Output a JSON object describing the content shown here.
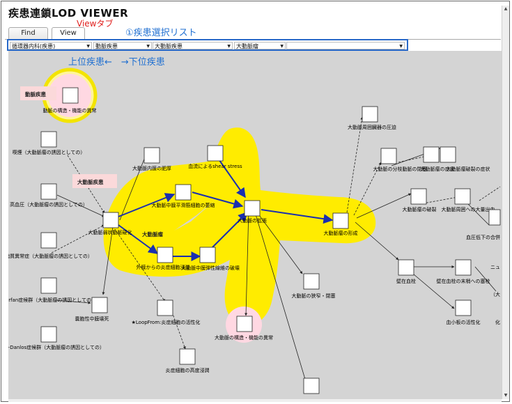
{
  "app": {
    "title": "疾患連鎖LOD VIEWER"
  },
  "annotations": {
    "view_tab_note": "Viewタブ",
    "list_note": "①疾患選択リスト",
    "direction_note": "上位疾患←　→下位疾患"
  },
  "tabs": [
    {
      "label": "Find",
      "active": false
    },
    {
      "label": "View",
      "active": true
    }
  ],
  "selects": [
    {
      "value": "循環器内科(疾患)"
    },
    {
      "value": "動脈疾患"
    },
    {
      "value": "大動脈疾患"
    },
    {
      "value": "大動脈瘤"
    },
    {
      "value": ""
    }
  ],
  "graph": {
    "pink_labels": {
      "artery_disease": "動脈疾患",
      "aortic_disease": "大動脈疾患"
    },
    "center_label": "大動脈瘤",
    "nodes": [
      {
        "id": "n_struct_top",
        "label": "動脈の構造・機能の異常"
      },
      {
        "id": "n_smoking",
        "label": "喫煙（大動脈瘤の誘因としての）"
      },
      {
        "id": "n_htn",
        "label": "高血圧（大動脈瘤の誘因としての）"
      },
      {
        "id": "n_lipid",
        "label": "脂質異常症（大動脈瘤の誘因としての）"
      },
      {
        "id": "n_marfan",
        "label": "Marfan症候群（大動脈瘤の誘因としての）"
      },
      {
        "id": "n_ehlers",
        "label": "Ehlers-Danlos症候群（大動脈瘤の誘因としての）"
      },
      {
        "id": "n_intima",
        "label": "大動脈内膜の肥厚"
      },
      {
        "id": "n_athero",
        "label": "大動脈弱状動脈硬化"
      },
      {
        "id": "n_smooth",
        "label": "大動脈中膜平滑筋細胞の萎縮"
      },
      {
        "id": "n_shear",
        "label": "血流によるshear stress"
      },
      {
        "id": "n_dilate",
        "label": "大動脈の拡張"
      },
      {
        "id": "n_form",
        "label": "大動脈瘤の形成"
      },
      {
        "id": "n_inflam_out",
        "label": "外膜からの炎症細胞浸潤"
      },
      {
        "id": "n_elastic",
        "label": "大動脈中膜弾性線維の破壊"
      },
      {
        "id": "n_necrosis",
        "label": "嚢胞性中膜壊死"
      },
      {
        "id": "n_loop",
        "label": "★LoopFrom:炎症細胞の活性化"
      },
      {
        "id": "n_inflam_inf",
        "label": "炎症細胞の高度浸潤"
      },
      {
        "id": "n_struct_bot",
        "label": "大動脈の構造・機能の異常"
      },
      {
        "id": "n_compress",
        "label": "大動脈周囲臓器の圧迫"
      },
      {
        "id": "n_narrow",
        "label": "大動脈の狭窄・閉塞"
      },
      {
        "id": "n_branch",
        "label": "大動脈の分枝動脈の閉塞"
      },
      {
        "id": "n_symptom",
        "label": "大動脈瘤の症状"
      },
      {
        "id": "n_rupture",
        "label": "大動脈瘤破裂の症状"
      },
      {
        "id": "n_rupture2",
        "label": "大動脈瘤の破裂"
      },
      {
        "id": "n_bleed",
        "label": "大動脈周囲への大量出血"
      },
      {
        "id": "n_thrombus",
        "label": "壁在血栓"
      },
      {
        "id": "n_embol",
        "label": "壁在血栓の末梢への塞栓"
      },
      {
        "id": "n_platelet",
        "label": "血小板の活性化"
      },
      {
        "id": "n_edge_r1",
        "label": "血圧低下の合併"
      },
      {
        "id": "n_edge_r2",
        "label": "（大"
      },
      {
        "id": "n_edge_r3",
        "label": "化"
      },
      {
        "id": "n_edge_r4",
        "label": "ニュ"
      }
    ]
  }
}
